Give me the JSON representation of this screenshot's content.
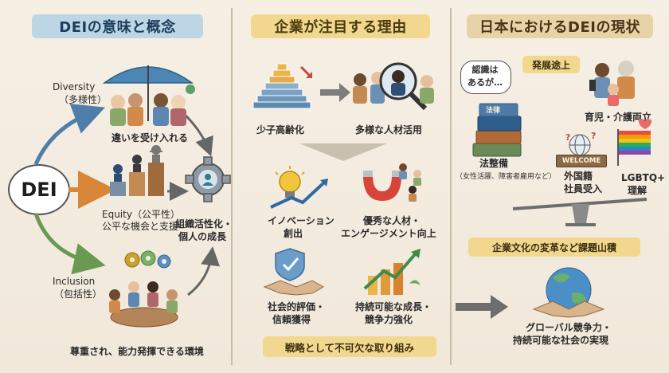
{
  "sections": {
    "dei": {
      "title": "DEIの意味と概念",
      "center": "DEI",
      "diversity_en": "Diversity",
      "diversity_jp": "（多様性）",
      "diversity_caption": "違いを受け入れる",
      "equity_line1": "Equity（公平性）",
      "equity_line2": "公平な機会と支援",
      "outcome_line1": "組織活性化・",
      "outcome_line2": "個人の成長",
      "inclusion_en": "Inclusion",
      "inclusion_jp": "（包括性）",
      "inclusion_caption": "尊重され、能力発揮できる環境"
    },
    "reasons": {
      "title": "企業が注目する理由",
      "aging": "少子高齢化",
      "diverse_talent": "多様な人材活用",
      "innovation_line1": "イノベーション",
      "innovation_line2": "創出",
      "talent_line1": "優秀な人材・",
      "talent_line2": "エンゲージメント向上",
      "social_line1": "社会的評価・",
      "social_line2": "信頼獲得",
      "growth_line1": "持続可能な成長・",
      "growth_line2": "競争力強化",
      "bottom_banner": "戦略として不可欠な取り組み"
    },
    "japan": {
      "title": "日本におけるDEIの現状",
      "bubble_line1": "認識は",
      "bubble_line2": "あるが…",
      "developing": "発展途上",
      "childcare": "育児・介護両立",
      "book_label": "法律",
      "law": "法整備",
      "law_note": "（女性活躍、障害者雇用など）",
      "welcome_sign": "WELCOME",
      "foreign_line1": "外国籍",
      "foreign_line2": "社員受入",
      "lgbtq_line1": "LGBTQ+",
      "lgbtq_line2": "理解",
      "issues_banner": "企業文化の変革など課題山積",
      "goal_line1": "グローバル競争力・",
      "goal_line2": "持続可能な社会の実現"
    }
  },
  "colors": {
    "blue_title": "#bcd6e6",
    "yellow_title": "#f2d88e",
    "tan_title": "#e7d3a8",
    "background": "#f4ece0"
  }
}
